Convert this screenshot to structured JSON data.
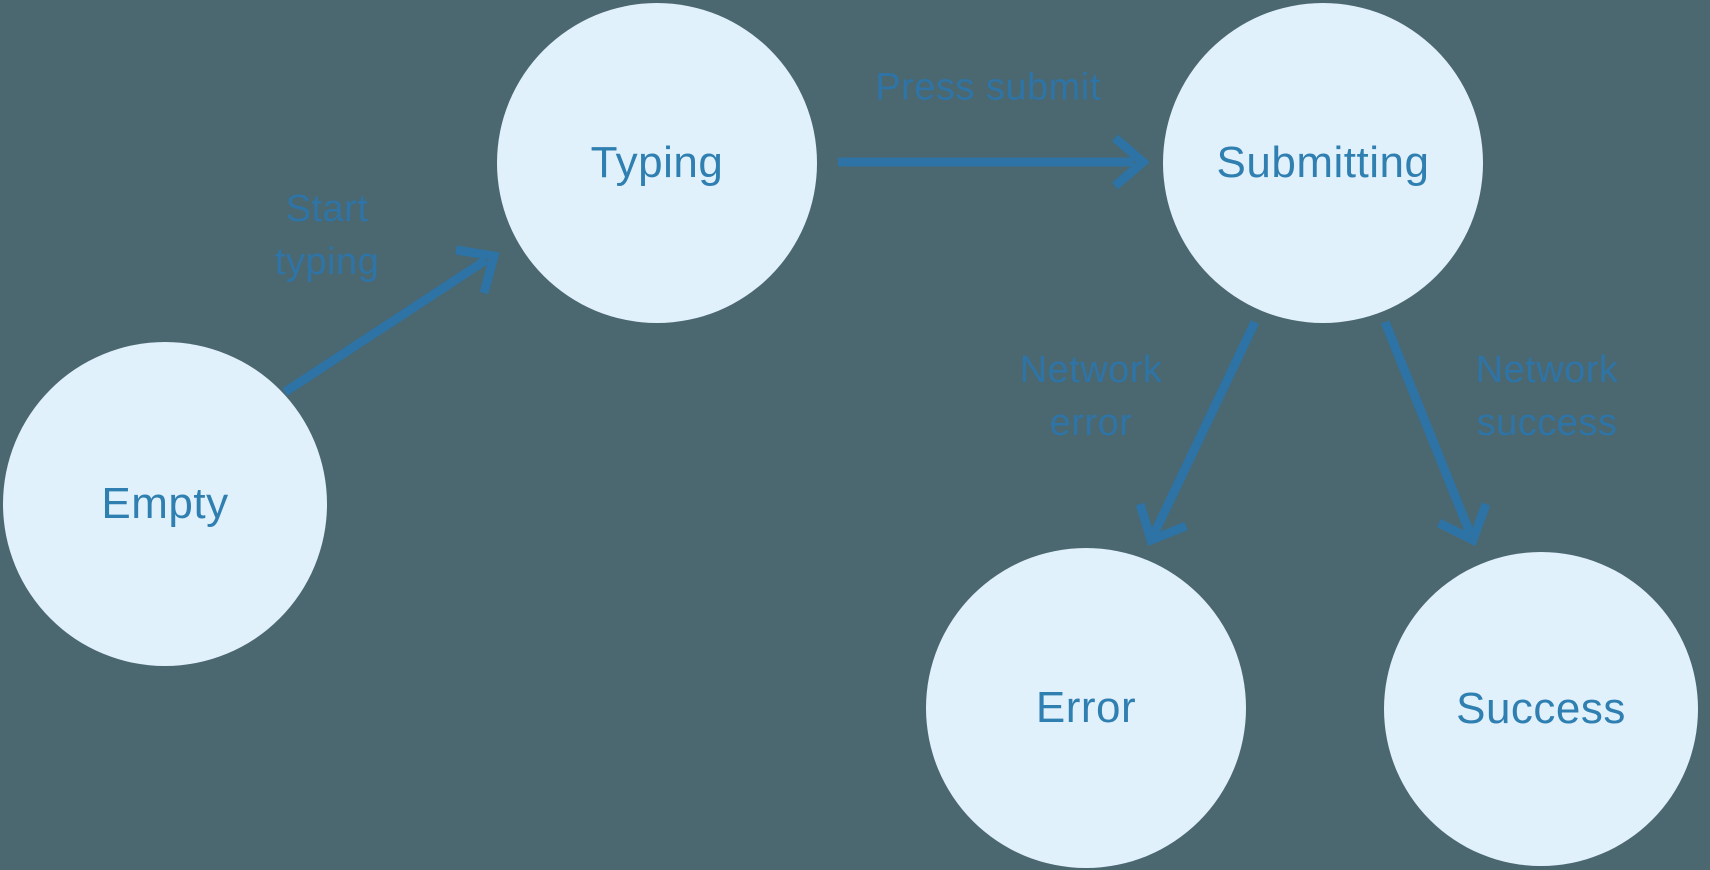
{
  "diagram": {
    "type": "state-machine",
    "colors": {
      "background": "#4b6770",
      "node_fill": "#e0f1fc",
      "node_text": "#2f7fb1",
      "arrow": "#2d73a5",
      "edge_label_text": "#2e74a6"
    },
    "nodes": [
      {
        "id": "empty",
        "label": "Empty"
      },
      {
        "id": "typing",
        "label": "Typing"
      },
      {
        "id": "submitting",
        "label": "Submitting"
      },
      {
        "id": "error",
        "label": "Error"
      },
      {
        "id": "success",
        "label": "Success"
      }
    ],
    "edges": [
      {
        "from": "Empty",
        "to": "Typing",
        "label": "Start typing",
        "label_lines": [
          "Start",
          "typing"
        ]
      },
      {
        "from": "Typing",
        "to": "Submitting",
        "label": "Press submit",
        "label_lines": [
          "Press submit"
        ]
      },
      {
        "from": "Submitting",
        "to": "Error",
        "label": "Network error",
        "label_lines": [
          "Network",
          "error"
        ]
      },
      {
        "from": "Submitting",
        "to": "Success",
        "label": "Network success",
        "label_lines": [
          "Network",
          "success"
        ]
      }
    ]
  }
}
